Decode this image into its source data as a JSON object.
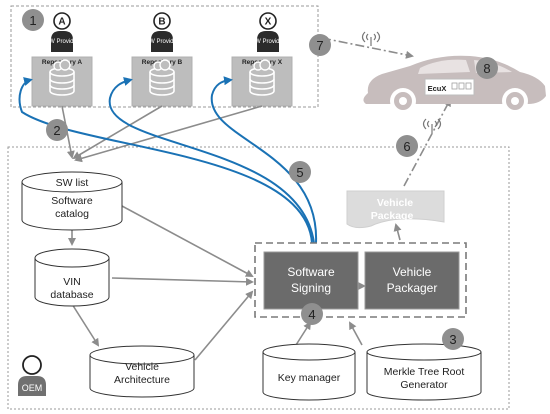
{
  "providers": [
    {
      "letter": "A",
      "role": "SW Provider",
      "repository": "Repository A"
    },
    {
      "letter": "B",
      "role": "SW Provider",
      "repository": "Repository B"
    },
    {
      "letter": "X",
      "role": "SW Provider",
      "repository": "Repository X"
    }
  ],
  "oem_label": "OEM",
  "step_numbers": [
    "1",
    "2",
    "3",
    "4",
    "5",
    "6",
    "7",
    "8"
  ],
  "databases": {
    "sw_list_title": "SW list",
    "software_catalog": [
      "Software",
      "catalog"
    ],
    "vin_database": [
      "VIN",
      "database"
    ],
    "vehicle_architecture": [
      "Vehicle",
      "Architecture"
    ],
    "key_manager": "Key manager",
    "merkle_tree": [
      "Merkle Tree Root",
      "Generator"
    ]
  },
  "process_boxes": {
    "software_signing": [
      "Software",
      "Signing"
    ],
    "vehicle_packager": [
      "Vehicle",
      "Packager"
    ]
  },
  "vehicle_package": [
    "Vehicle",
    "Package"
  ],
  "car": {
    "ecu_label": "EcuX"
  },
  "colors": {
    "blue_arrow": "#1a72b5",
    "gray_arrow": "#8c8c8c",
    "process_box": "#6b6b6b",
    "repository_box": "#bdbdbd",
    "car_body": "#c7bdbd",
    "step_circle": "#8f8f8f"
  },
  "icons": [
    "person-icon",
    "database-cloud-icon",
    "car-icon",
    "wireless-signal-icon"
  ]
}
